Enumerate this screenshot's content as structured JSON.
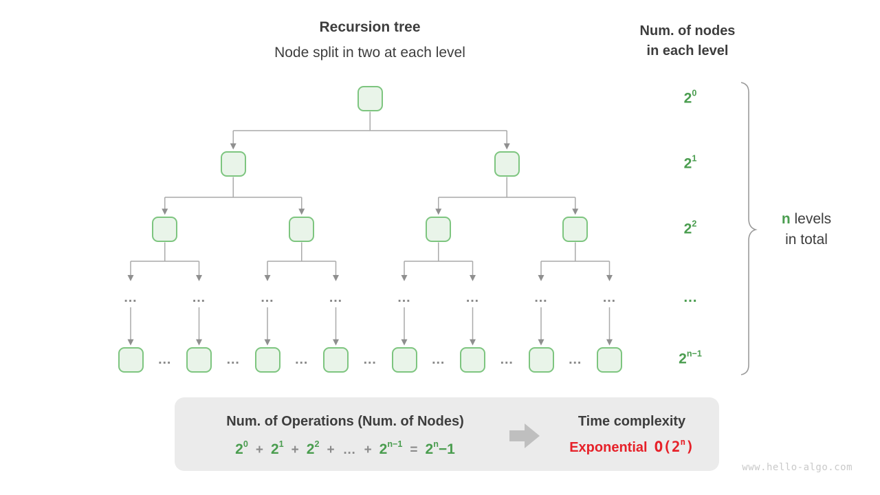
{
  "header": {
    "title": "Recursion tree",
    "subtitle": "Node split in two at each level"
  },
  "right_panel": {
    "title_line1": "Num. of nodes",
    "title_line2": "in each level",
    "level_labels": [
      {
        "base": "2",
        "sup": "0"
      },
      {
        "base": "2",
        "sup": "1"
      },
      {
        "base": "2",
        "sup": "2"
      },
      {
        "base": "…",
        "sup": ""
      },
      {
        "base": "2",
        "sup": "n−1"
      }
    ],
    "brace_label": {
      "emph": "n",
      "line1_rest": " levels",
      "line2": "in total"
    }
  },
  "tree": {
    "node_levels": [
      1,
      2,
      4
    ],
    "dots_row_count": 8,
    "bottom_row_count": 8,
    "ellipsis_char": "…"
  },
  "summary_box": {
    "operations_title": "Num. of Operations (Num. of Nodes)",
    "formula_tokens": [
      {
        "text": "2",
        "sup": "0",
        "color": "green"
      },
      {
        "text": "+",
        "color": "gray"
      },
      {
        "text": "2",
        "sup": "1",
        "color": "green"
      },
      {
        "text": "+",
        "color": "gray"
      },
      {
        "text": "2",
        "sup": "2",
        "color": "green"
      },
      {
        "text": "+",
        "color": "gray"
      },
      {
        "text": "…",
        "color": "gray"
      },
      {
        "text": "+",
        "color": "gray"
      },
      {
        "text": "2",
        "sup": "n−1",
        "color": "green"
      },
      {
        "text": "=",
        "color": "gray"
      },
      {
        "text": "2",
        "sup": "n",
        "tail": "−1",
        "color": "green"
      }
    ],
    "complexity_title": "Time complexity",
    "complexity_name": "Exponential",
    "complexity_bigo": {
      "pre": "O(2",
      "sup": "n",
      "post": ")"
    }
  },
  "watermark": "www.hello-algo.com",
  "colors": {
    "dark": "#3d3d3d",
    "green": "#4a9d4f",
    "red": "#e62129",
    "gray_text": "#8a8a8a",
    "line": "#a9a9a9",
    "arrowhead": "#8f8f8f",
    "node_fill": "#e9f4e9",
    "node_border": "#7dc57f",
    "box_bg": "#ebebeb",
    "block_arrow": "#bfbfbf",
    "brace": "#9a9a9a",
    "watermark": "#c9c9c9"
  }
}
